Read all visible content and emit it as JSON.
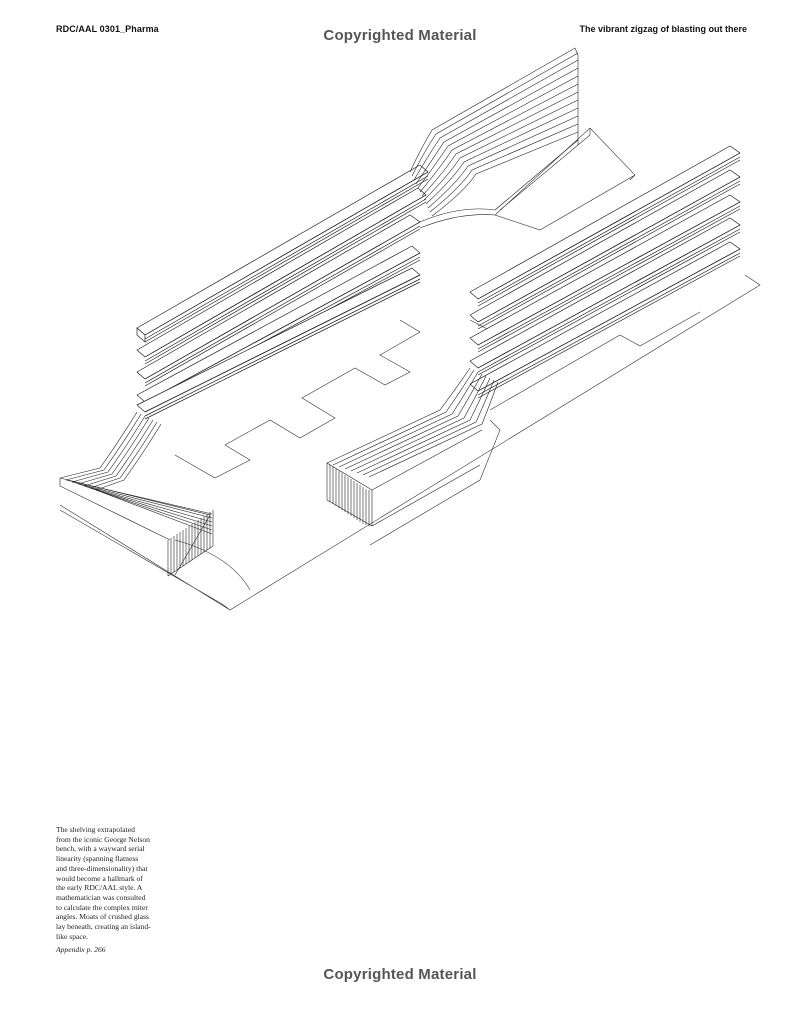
{
  "header": {
    "left": "RDC/AAL 0301_Pharma",
    "right": "The vibrant zigzag of blasting out there"
  },
  "watermark": {
    "top": "Copyrighted Material",
    "bottom": "Copyrighted Material"
  },
  "caption": {
    "lines": [
      "The shelving extrapolated",
      "from the iconic George Nelson",
      "bench, with a wayward serial",
      "linearity (spanning flatness",
      "and three-dimensionality) that",
      "would become a hallmark of",
      "the early RDC/AAL style. A",
      "mathematician was consulted",
      "to calculate the complex miter",
      "angles. Moats of crushed glass",
      "lay beneath, creating an island-",
      "like space."
    ],
    "appendix": "Appendix p. 266"
  }
}
